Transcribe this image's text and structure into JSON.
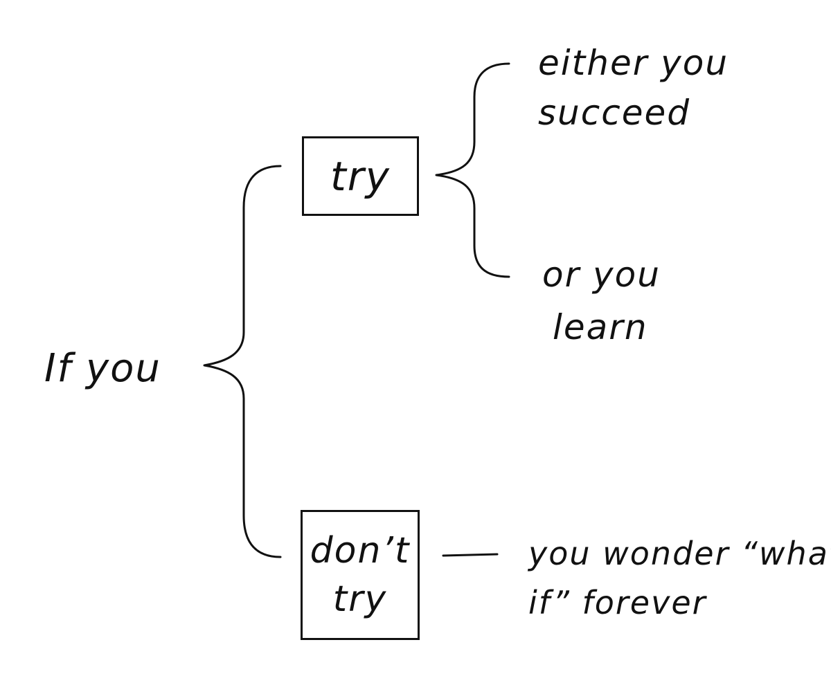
{
  "diagram": {
    "root": "If you",
    "branches": [
      {
        "label": "try",
        "outcomes": [
          {
            "line1": "either you",
            "line2": "succeed"
          },
          {
            "line1": "or you",
            "line2": "learn"
          }
        ]
      },
      {
        "label_line1": "don’t",
        "label_line2": "try",
        "outcome": {
          "line1": "you wonder “what",
          "line2": "if” forever"
        }
      }
    ]
  },
  "colors": {
    "ink": "#111111",
    "paper": "#ffffff"
  }
}
